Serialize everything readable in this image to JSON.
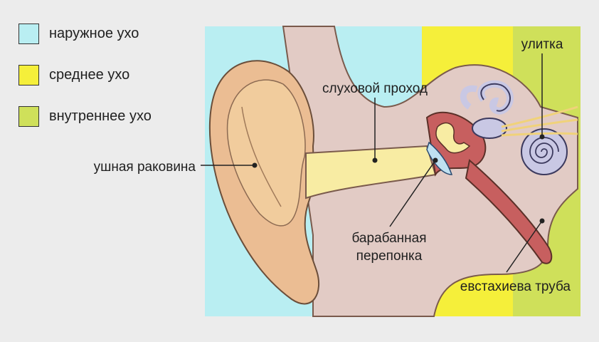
{
  "legend": {
    "items": [
      {
        "label": "наружное ухо",
        "color": "#b9eef2"
      },
      {
        "label": "среднее ухо",
        "color": "#f5ef3a"
      },
      {
        "label": "внутреннее ухо",
        "color": "#cfe05a"
      }
    ]
  },
  "labels": {
    "pinna": "ушная раковина",
    "ear_canal": "слуховой проход",
    "eardrum_line1": "барабанная",
    "eardrum_line2": "перепонка",
    "cochlea": "улитка",
    "eustachian_tube": "евстахиева труба"
  },
  "colors": {
    "background": "#ececec",
    "outer": "#b9eef2",
    "middle": "#f5ef3a",
    "inner": "#cfe05a",
    "tissue": "#e2cbc5",
    "pinna_skin": "#ebbd93",
    "pinna_inner": "#f1cc9d",
    "canal": "#f8eca3",
    "tube": "#c75f5f",
    "labyrinth": "#c9c8e4",
    "nerve": "#f0d27a"
  }
}
